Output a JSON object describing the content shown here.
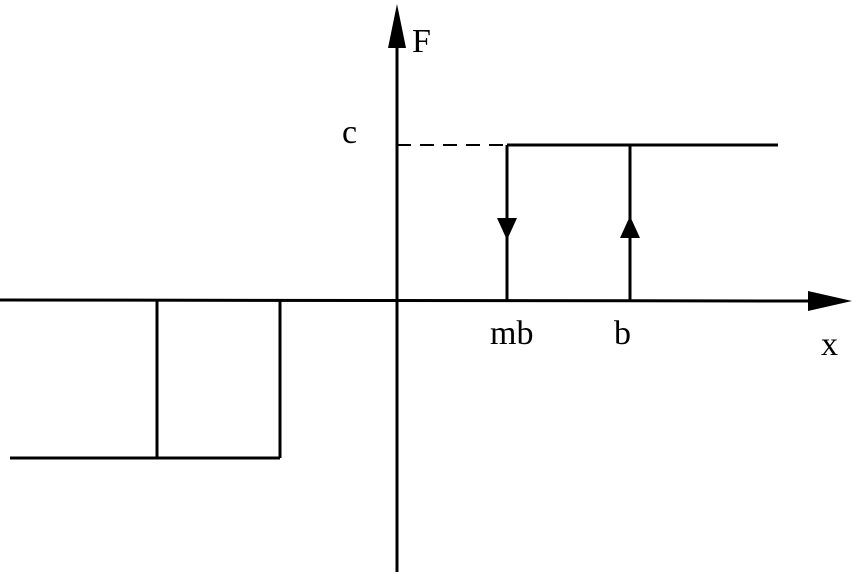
{
  "diagram": {
    "labels": {
      "y_axis": "F",
      "x_axis": "x",
      "level": "c",
      "lower_threshold": "mb",
      "upper_threshold": "b"
    },
    "colors": {
      "stroke": "#000000",
      "background": "#ffffff"
    }
  }
}
